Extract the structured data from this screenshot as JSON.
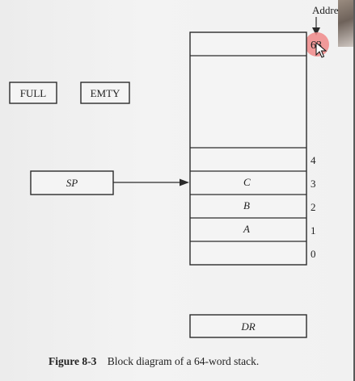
{
  "address_label": "Address",
  "flags": {
    "full": "FULL",
    "empty": "EMTY"
  },
  "stack_pointer": {
    "label": "SP"
  },
  "stack": {
    "top_address": "63",
    "addresses": [
      "4",
      "3",
      "2",
      "1",
      "0"
    ],
    "contents": [
      "",
      "C",
      "B",
      "A",
      ""
    ]
  },
  "data_register": {
    "label": "DR"
  },
  "caption": {
    "figure_number": "Figure 8-3",
    "text": "Block diagram of a 64-word stack."
  },
  "colors": {
    "highlight": "#f08a8a",
    "line": "#2b2b2b"
  }
}
